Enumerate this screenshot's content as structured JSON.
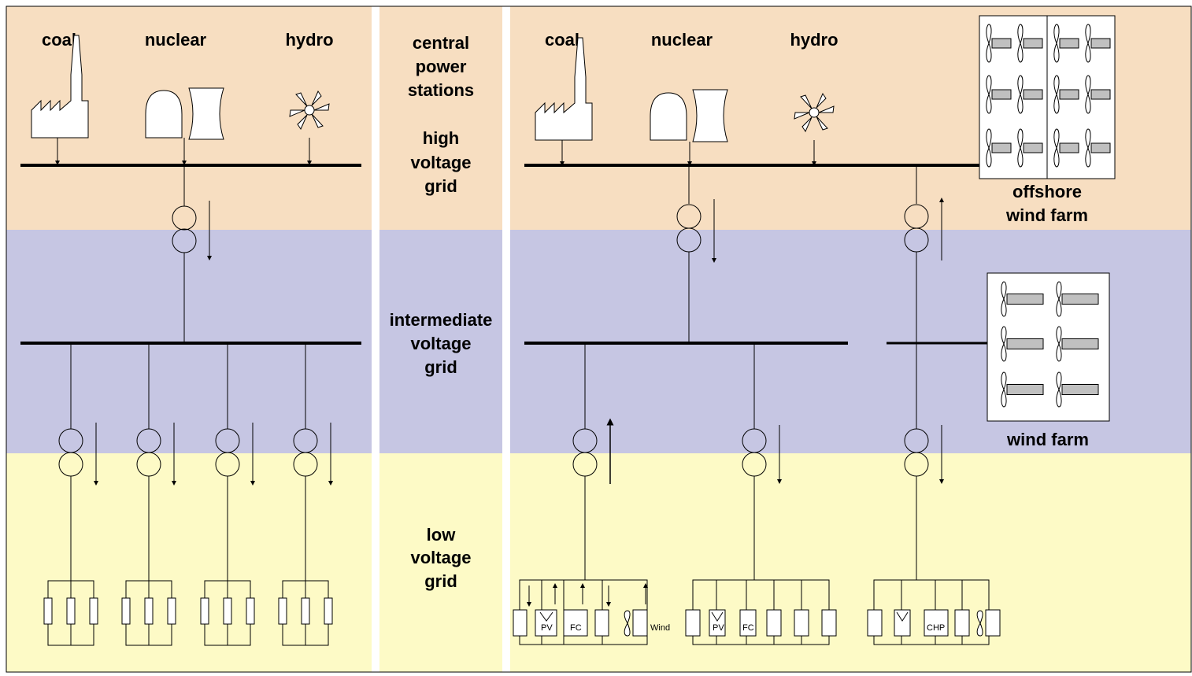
{
  "colors": {
    "high_band": "#f7dec1",
    "mid_band": "#c6c6e3",
    "low_band": "#fdfac6",
    "line": "#000000",
    "device_fill": "#ffffff",
    "turbine_nacelle": "#c0c0c0"
  },
  "left": {
    "sources": {
      "coal": "coal",
      "nuclear": "nuclear",
      "hydro": "hydro"
    }
  },
  "center": {
    "central": [
      "central",
      "power",
      "stations"
    ],
    "high": [
      "high",
      "voltage",
      "grid"
    ],
    "intermediate": [
      "intermediate",
      "voltage",
      "grid"
    ],
    "low": [
      "low",
      "voltage",
      "grid"
    ]
  },
  "right": {
    "sources": {
      "coal": "coal",
      "nuclear": "nuclear",
      "hydro": "hydro"
    },
    "offshore": [
      "offshore",
      "wind farm"
    ],
    "windfarm": "wind farm",
    "devices": {
      "pv": "PV",
      "fc": "FC",
      "wind": "Wind",
      "chp": "CHP"
    }
  }
}
